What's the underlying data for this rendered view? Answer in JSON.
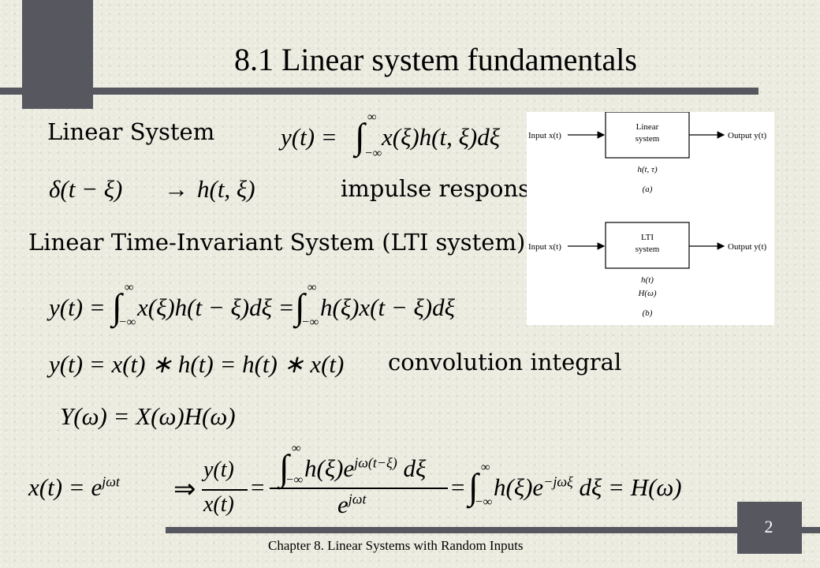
{
  "slide": {
    "title": "8.1 Linear system fundamentals",
    "footer": "Chapter 8. Linear Systems with Random Inputs",
    "page_number": "2"
  },
  "lines": {
    "linear_system_label": "Linear System",
    "linear_system_eq": "y(t) = ∫₋∞^∞ x(ξ)h(t, ξ)dξ",
    "impulse_lhs": "δ(t − ξ)",
    "arrow": "→",
    "impulse_rhs": "h(t, ξ)",
    "impulse_label": "impulse response",
    "lti_heading": "Linear Time-Invariant System (LTI system)",
    "lti_eq": "y(t) = ∫₋∞^∞ x(ξ)h(t − ξ)dξ = ∫₋∞^∞ h(ξ)x(t − ξ)dξ",
    "convolution_eq": "y(t) = x(t) ∗ h(t) = h(t) ∗ x(t)",
    "convolution_label": "convolution integral",
    "freq_eq": "Y(ω) = X(ω)H(ω)",
    "exp_input": "x(t) = e^{jωt}",
    "implies": "⇒",
    "ratio_num": "y(t)",
    "ratio_den": "x(t)",
    "frac_num": "∫₋∞^∞ h(ξ)e^{jω(t−ξ)} dξ",
    "frac_den": "e^{jωt}",
    "result": "= ∫₋∞^∞ h(ξ)e^{−jωξ} dξ = H(ω)"
  },
  "figure": {
    "a": {
      "input": "Input x(t)",
      "box_line1": "Linear",
      "box_line2": "system",
      "output": "Output y(t)",
      "response": "h(t, τ)",
      "caption": "(a)"
    },
    "b": {
      "input": "Input x(t)",
      "box_line1": "LTI",
      "box_line2": "system",
      "output": "Output y(t)",
      "response1": "h(t)",
      "response2": "H(ω)",
      "caption": "(b)"
    }
  }
}
